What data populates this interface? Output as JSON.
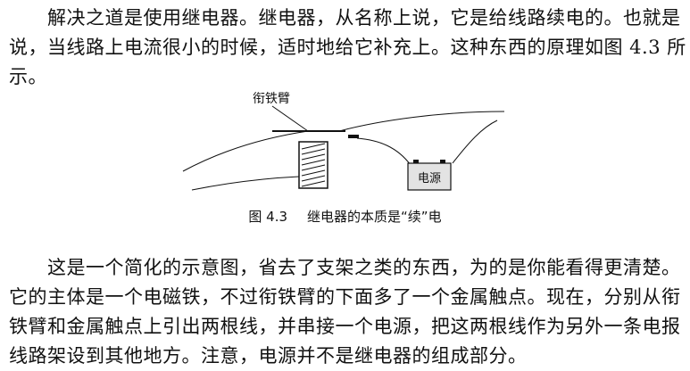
{
  "paragraph1": {
    "lines": [
      "　　解决之道是使用继电器。继电器，从名称上说，它是给线路续电的。也就是",
      "说，当线路上电流很小的时候，适时地给它补充上。这种东西的原理如图 4.3 所",
      "示。"
    ]
  },
  "figure": {
    "armature_label": "衔铁臂",
    "power_label": "电源",
    "caption_number": "图 4.3",
    "caption_text": "继电器的本质是“续”电"
  },
  "paragraph2": {
    "lines": [
      "　　这是一个简化的示意图，省去了支架之类的东西，为的是你能看得更清楚。",
      "它的主体是一个电磁铁，不过衔铁臂的下面多了一个金属触点。现在，分别从衔",
      "铁臂和金属触点上引出两根线，并串接一个电源，把这两根线作为另外一条电报",
      "线路架设到其他地方。注意，电源并不是继电器的组成部分。"
    ]
  }
}
